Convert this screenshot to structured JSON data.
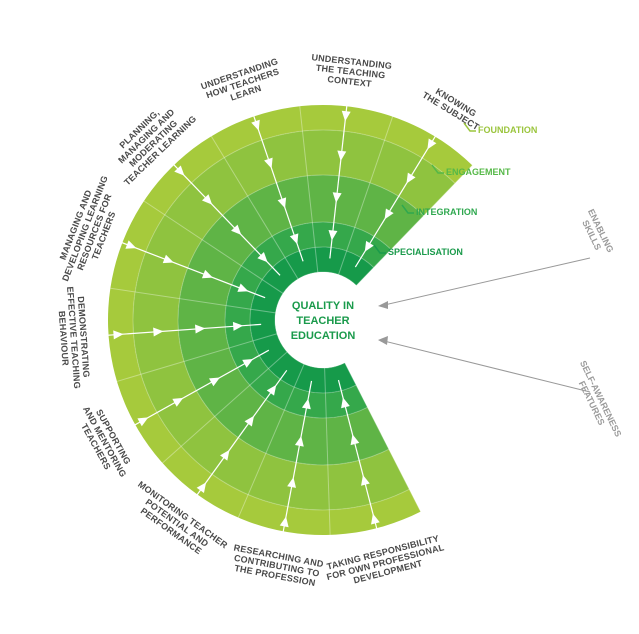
{
  "center": {
    "lines": [
      "QUALITY IN",
      "TEACHER",
      "EDUCATION"
    ]
  },
  "levels": [
    {
      "label": "FOUNDATION",
      "color": "#9bc53d"
    },
    {
      "label": "ENGAGEMENT",
      "color": "#55b847"
    },
    {
      "label": "INTEGRATION",
      "color": "#2fa84f"
    },
    {
      "label": "SPECIALISATION",
      "color": "#1a9a4b"
    }
  ],
  "ring_colors": [
    "#a3c93a",
    "#86bf3d",
    "#5db447",
    "#33a74b",
    "#17984a",
    "#0d8a44"
  ],
  "segments": [
    {
      "lines": [
        "KNOWING",
        "THE SUBJECT"
      ]
    },
    {
      "lines": [
        "UNDERSTANDING",
        "THE TEACHING",
        "CONTEXT"
      ]
    },
    {
      "lines": [
        "UNDERSTANDING",
        "HOW TEACHERS",
        "LEARN"
      ]
    },
    {
      "lines": [
        "PLANNING,",
        "MANAGING AND",
        "MODERATING",
        "TEACHER LEARNING"
      ]
    },
    {
      "lines": [
        "MANAGING AND",
        "DEVELOPING LEARNING",
        "RESOURCES FOR",
        "TEACHERS"
      ]
    },
    {
      "lines": [
        "DEMONSTRATING",
        "EFFECTIVE TEACHING",
        "BEHAVIOUR"
      ]
    },
    {
      "lines": [
        "SUPPORTING",
        "AND MENTORING",
        "TEACHERS"
      ]
    },
    {
      "lines": [
        "MONITORING TEACHER",
        "POTENTIAL AND",
        "PERFORMANCE"
      ]
    },
    {
      "lines": [
        "RESEARCHING AND",
        "CONTRIBUTING TO",
        "THE PROFESSION"
      ]
    },
    {
      "lines": [
        "TAKING RESPONSIBILITY",
        "FOR OWN PROFESSIONAL",
        "DEVELOPMENT"
      ]
    }
  ],
  "side_labels": [
    {
      "lines": [
        "ENABLING",
        "SKILLS"
      ]
    },
    {
      "lines": [
        "SELF-AWARENESS",
        "FEATURES"
      ]
    }
  ],
  "arrow_color": "#999999",
  "text_color": "#4a4a4a",
  "side_color": "#9a9a9a"
}
